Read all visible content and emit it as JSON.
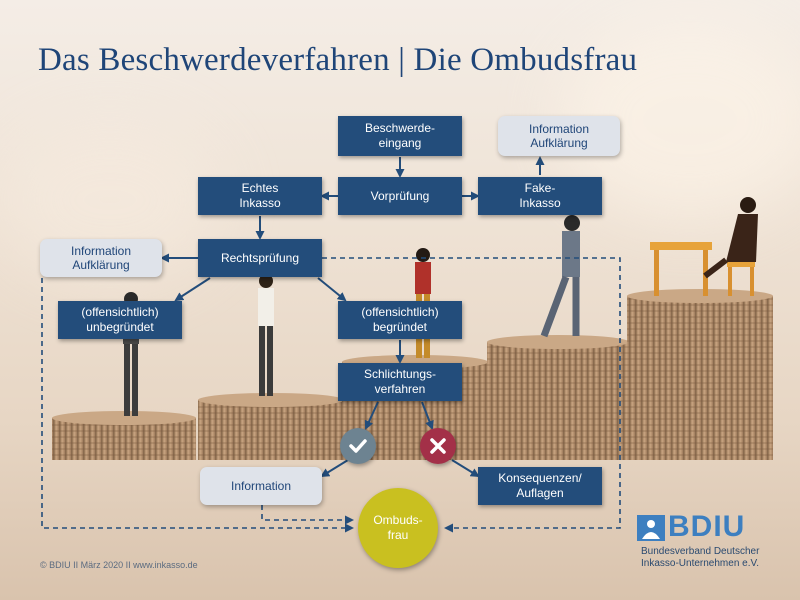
{
  "title": "Das Beschwerdeverfahren | Die Ombudsfrau",
  "colors": {
    "box": "#234d7b",
    "light_box": "#dfe3ea",
    "ombuds": "#c9c020",
    "check": "#6d8391",
    "cross": "#a33048",
    "arrow": "#234d7b"
  },
  "nodes": {
    "beschwerde": "Beschwerde-\neingang",
    "vorpruefung": "Vorprüfung",
    "echtes": "Echtes\nInkasso",
    "fake": "Fake-\nInkasso",
    "info_top_right": "Information\nAufklärung",
    "rechtspruefung": "Rechtsprüfung",
    "info_left": "Information\nAufklärung",
    "unbegruendet": "(offensichtlich)\nunbegründet",
    "begruendet": "(offensichtlich)\nbegründet",
    "schlichtung": "Schlichtungs-\nverfahren",
    "information": "Information",
    "konsequenzen": "Konsequenzen/\nAuflagen",
    "ombudsfrau": "Ombuds-\nfrau"
  },
  "icons": {
    "check": "check-icon",
    "cross": "cross-icon"
  },
  "footer": "© BDIU  II  März 2020  II  www.inkasso.de",
  "logo": {
    "name": "BDIU",
    "subtitle": "Bundesverband Deutscher\nInkasso-Unternehmen e.V."
  }
}
